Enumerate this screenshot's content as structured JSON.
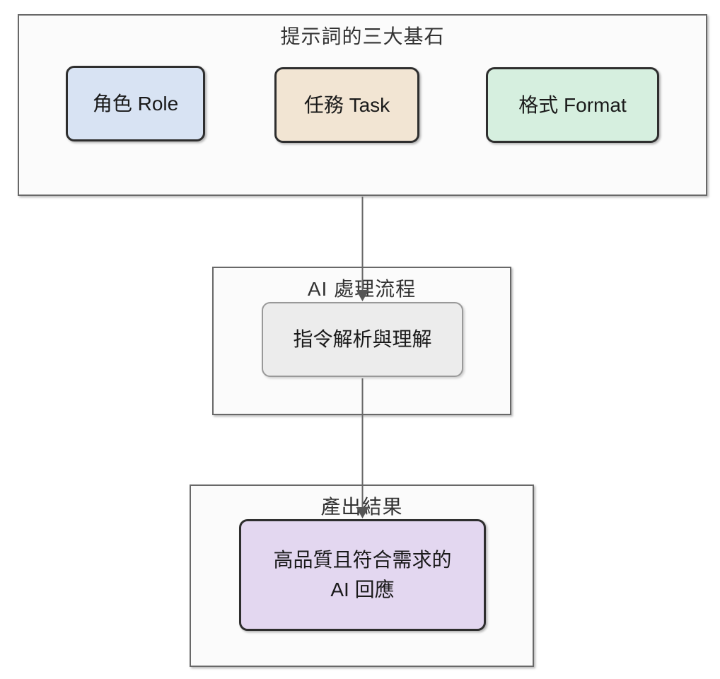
{
  "diagram": {
    "type": "flowchart",
    "direction": "top-down",
    "clusters": [
      {
        "id": "foundation",
        "title": "提示詞的三大基石",
        "nodes": [
          {
            "id": "role",
            "label": "角色 Role",
            "fill": "#d8e3f3"
          },
          {
            "id": "task",
            "label": "任務 Task",
            "fill": "#f2e5d3"
          },
          {
            "id": "format",
            "label": "格式 Format",
            "fill": "#d6efdf"
          }
        ]
      },
      {
        "id": "process",
        "title": "AI 處理流程",
        "nodes": [
          {
            "id": "parse",
            "label": "指令解析與理解",
            "fill": "#ececec"
          }
        ]
      },
      {
        "id": "output",
        "title": "產出結果",
        "nodes": [
          {
            "id": "response",
            "label_lines": [
              "高品質且符合需求的",
              "AI 回應"
            ],
            "fill": "#e3d7f0"
          }
        ]
      }
    ],
    "edges": [
      {
        "from": "foundation",
        "to": "parse"
      },
      {
        "from": "parse",
        "to": "response"
      }
    ],
    "colors": {
      "cluster_fill": "#fbfbfb",
      "cluster_border": "#686868",
      "node_border_dark": "#2e2e2e",
      "node_border_gray": "#999999",
      "edge_line": "#676767",
      "arrowhead": "#555555",
      "title_text": "#333333",
      "node_text": "#1a1a1a"
    }
  }
}
